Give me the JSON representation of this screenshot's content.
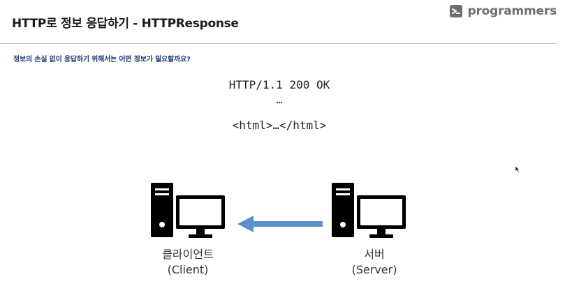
{
  "header": {
    "title": "HTTP로 정보 응답하기 - HTTPResponse",
    "brand": "programmers"
  },
  "question": "정보의 손실 없이 응답하기 위해서는 어떤 정보가 필요할까요?",
  "code_lines": [
    "HTTP/1.1 200 OK",
    "…",
    "<html>…</html>"
  ],
  "client": {
    "name": "클라이언트",
    "name_en": "(Client)"
  },
  "server": {
    "name": "서버",
    "name_en": "(Server)"
  },
  "colors": {
    "arrow": "#5f8fc9",
    "computer": "#000000",
    "question": "#1f3b73",
    "logo": "#6b6f73"
  },
  "icons": [
    "programmers-logo-icon",
    "tower-computer-icon",
    "monitor-icon",
    "arrow-left-icon",
    "cursor-icon"
  ]
}
